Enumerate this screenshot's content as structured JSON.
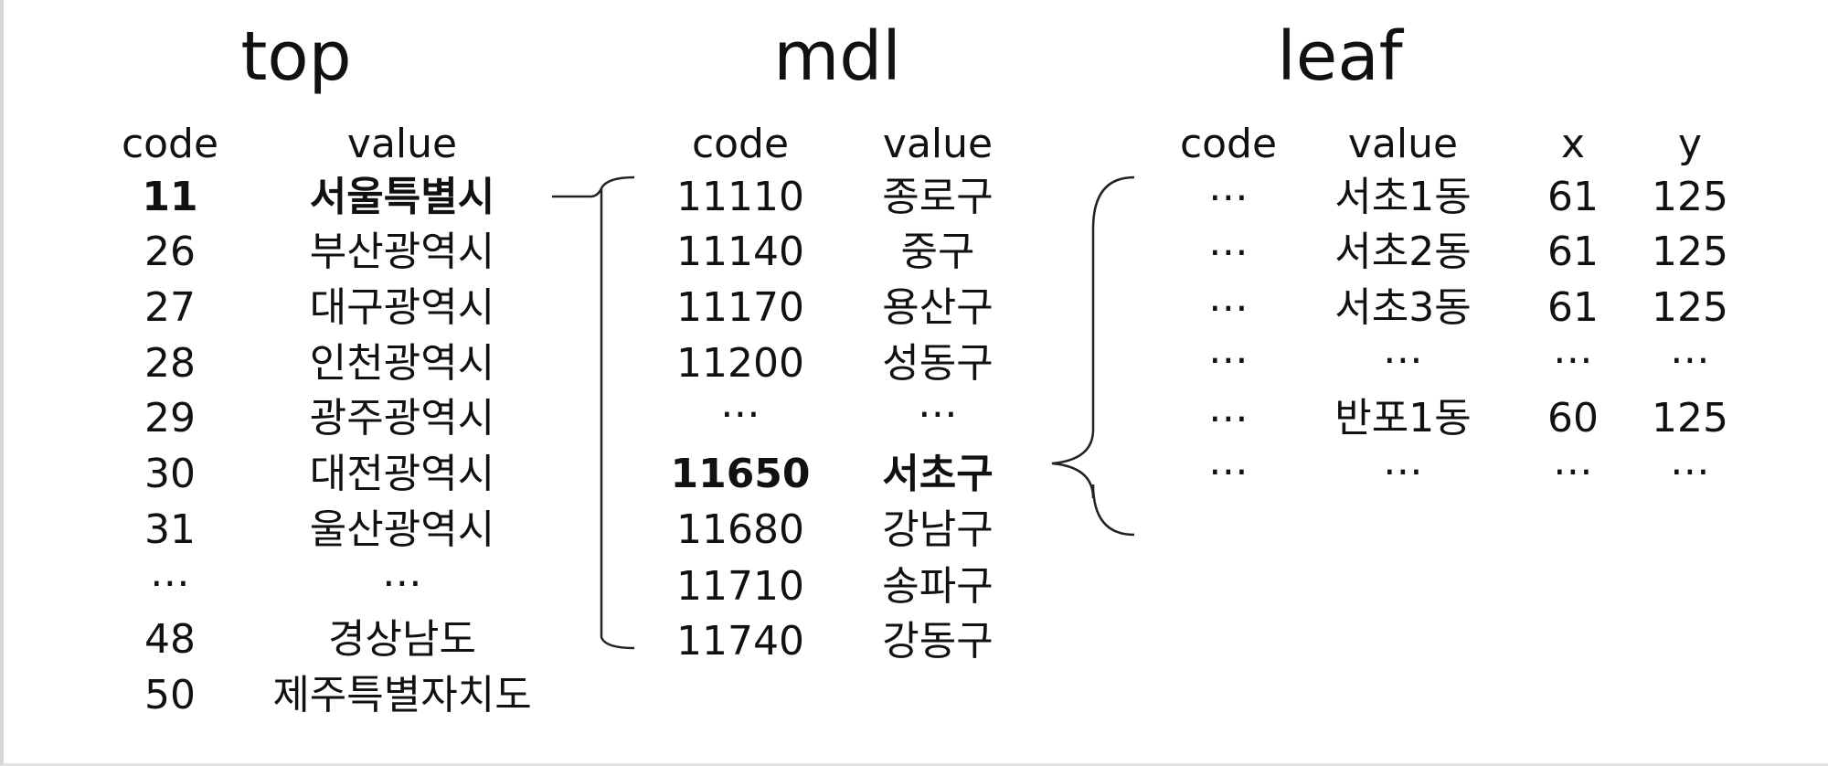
{
  "tables": {
    "top": {
      "title": "top",
      "headers": [
        "code",
        "value"
      ],
      "rows": [
        {
          "code": "11",
          "value": "서울특별시",
          "bold": true
        },
        {
          "code": "26",
          "value": "부산광역시"
        },
        {
          "code": "27",
          "value": "대구광역시"
        },
        {
          "code": "28",
          "value": "인천광역시"
        },
        {
          "code": "29",
          "value": "광주광역시"
        },
        {
          "code": "30",
          "value": "대전광역시"
        },
        {
          "code": "31",
          "value": "울산광역시"
        },
        {
          "code": "⋯",
          "value": "⋯"
        },
        {
          "code": "48",
          "value": "경상남도"
        },
        {
          "code": "50",
          "value": "제주특별자치도"
        }
      ]
    },
    "mdl": {
      "title": "mdl",
      "headers": [
        "code",
        "value"
      ],
      "rows": [
        {
          "code": "11110",
          "value": "종로구"
        },
        {
          "code": "11140",
          "value": "중구"
        },
        {
          "code": "11170",
          "value": "용산구"
        },
        {
          "code": "11200",
          "value": "성동구"
        },
        {
          "code": "⋯",
          "value": "⋯"
        },
        {
          "code": "11650",
          "value": "서초구",
          "bold": true
        },
        {
          "code": "11680",
          "value": "강남구"
        },
        {
          "code": "11710",
          "value": "송파구"
        },
        {
          "code": "11740",
          "value": "강동구"
        }
      ]
    },
    "leaf": {
      "title": "leaf",
      "headers": [
        "code",
        "value",
        "x",
        "y"
      ],
      "rows": [
        {
          "code": "⋯",
          "value": "서초1동",
          "x": "61",
          "y": "125"
        },
        {
          "code": "⋯",
          "value": "서초2동",
          "x": "61",
          "y": "125"
        },
        {
          "code": "⋯",
          "value": "서초3동",
          "x": "61",
          "y": "125"
        },
        {
          "code": "⋯",
          "value": "⋯",
          "x": "⋯",
          "y": "⋯"
        },
        {
          "code": "⋯",
          "value": "반포1동",
          "x": "60",
          "y": "125"
        },
        {
          "code": "⋯",
          "value": "⋯",
          "x": "⋯",
          "y": "⋯"
        }
      ]
    }
  }
}
